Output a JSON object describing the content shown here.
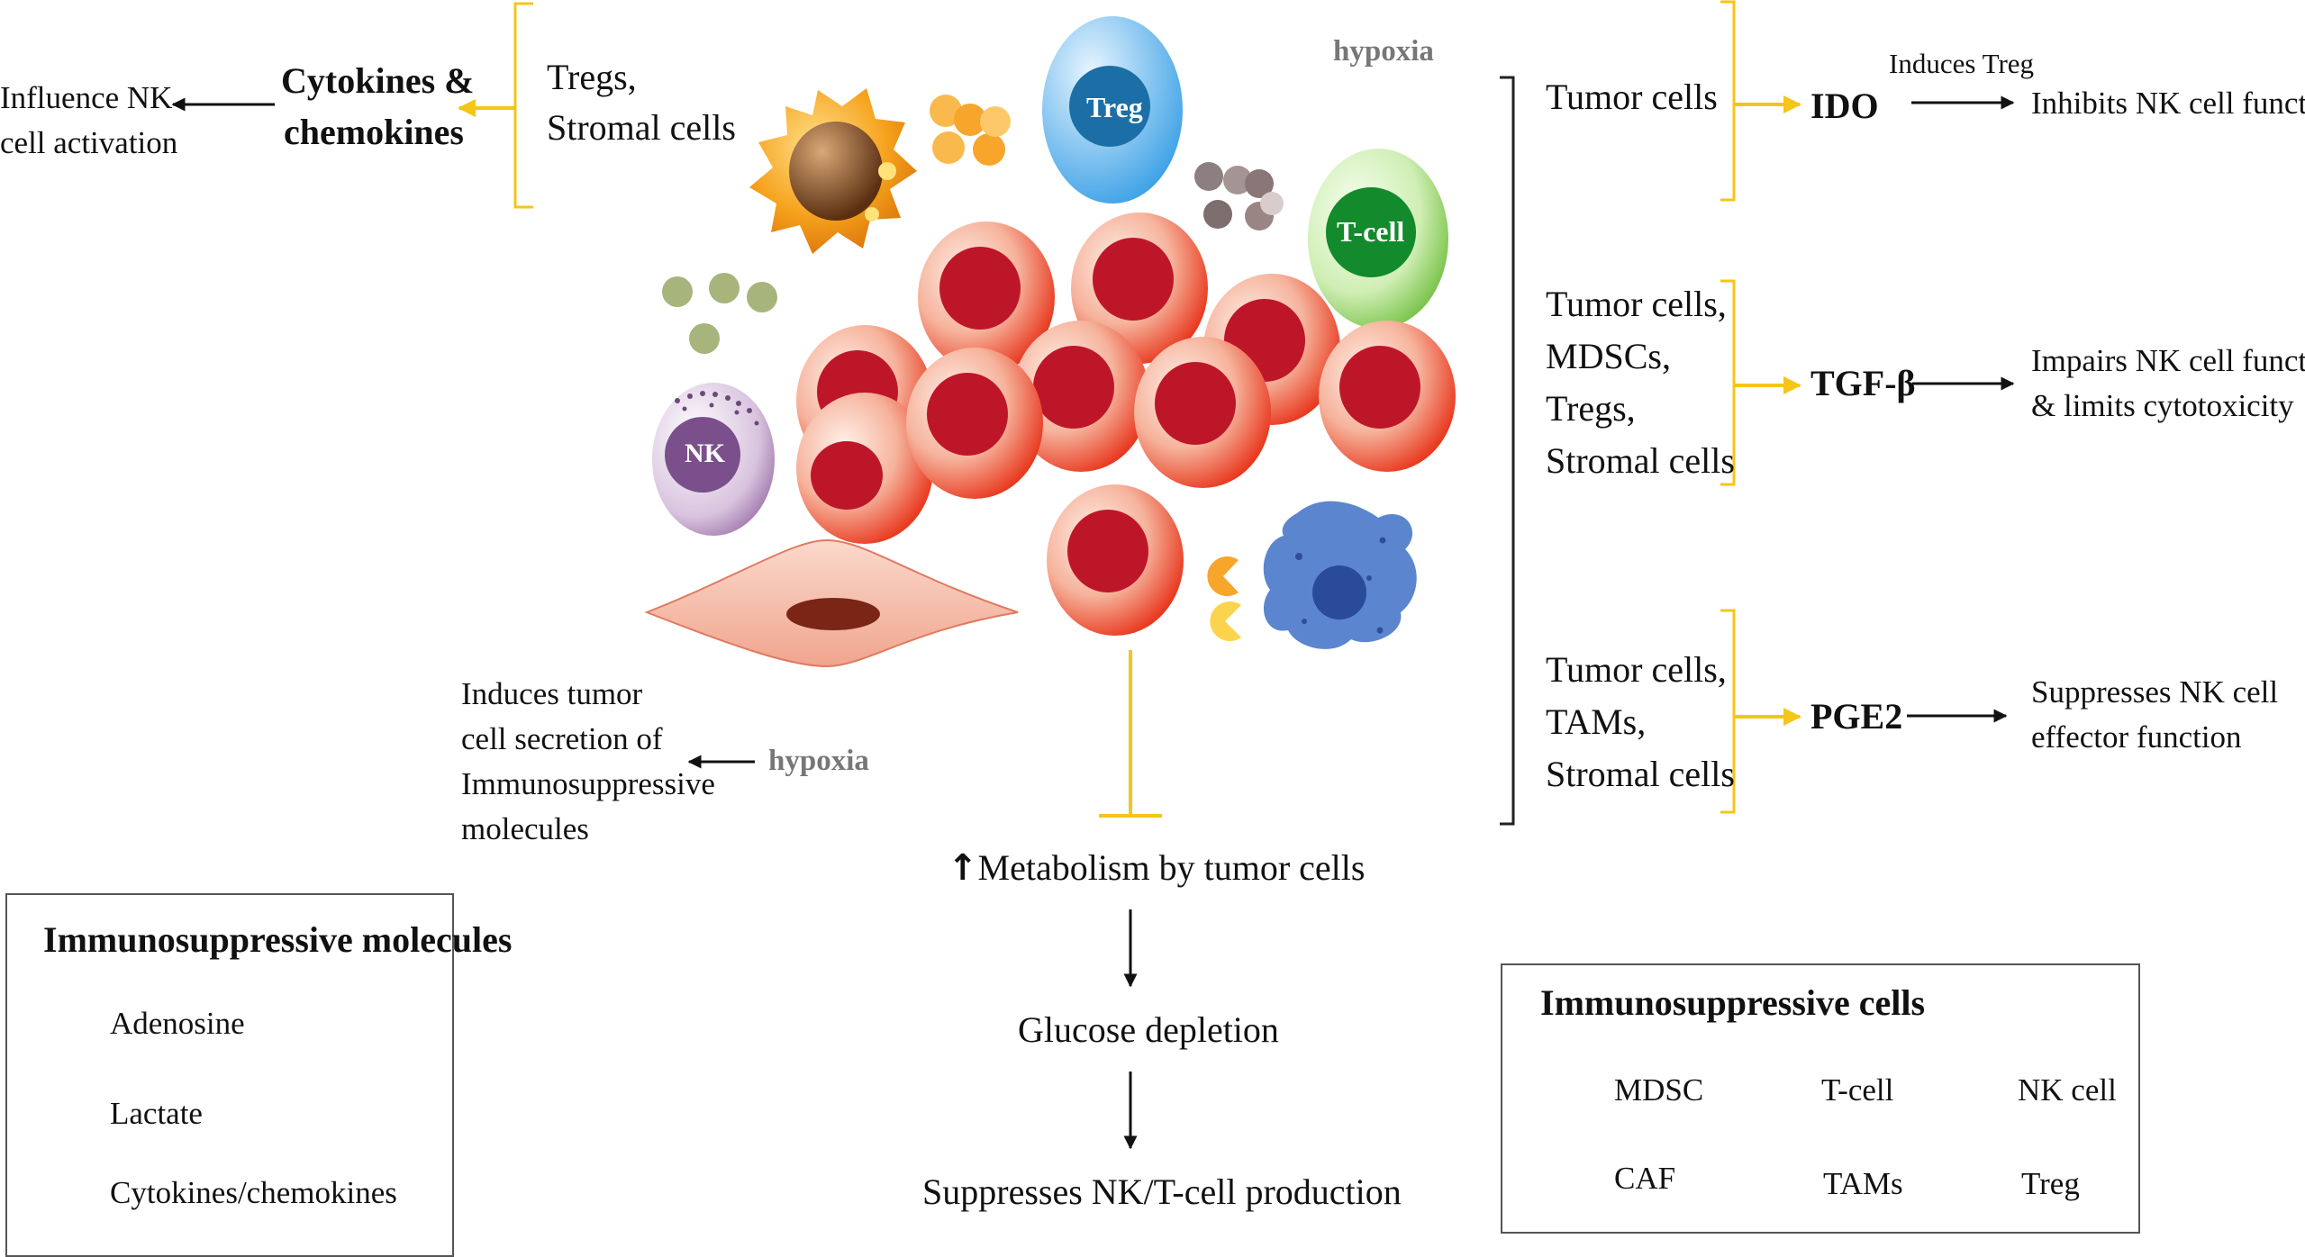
{
  "left": {
    "influence_line1": "Influence NK",
    "influence_line2": "cell activation",
    "cytokines_line1": "Cytokines &",
    "cytokines_line2": "chemokines",
    "sources_line1": "Tregs,",
    "sources_line2": "Stromal cells"
  },
  "center": {
    "hypoxia_top": "hypoxia",
    "hypoxia_left": "hypoxia",
    "induces_lines": [
      "Induces tumor",
      "cell secretion of",
      "Immunosuppressive",
      "molecules"
    ],
    "cell_labels": {
      "treg": "Treg",
      "tcell": "T-cell",
      "nk": "NK"
    },
    "metabolism_arrow": "↑",
    "metabolism": "Metabolism by tumor cells",
    "glucose": "Glucose depletion",
    "suppresses": "Suppresses NK/T-cell production"
  },
  "right": {
    "ido": {
      "source": "Tumor cells",
      "molecule": "IDO",
      "above_arrow": "Induces Treg",
      "effect": "Inhibits NK cell function"
    },
    "tgf": {
      "sources": [
        "Tumor cells,",
        "MDSCs,",
        "Tregs,",
        "Stromal cells"
      ],
      "molecule": "TGF-β",
      "effect_lines": [
        "Impairs NK cell function",
        "& limits cytotoxicity"
      ]
    },
    "pge2": {
      "sources": [
        "Tumor cells,",
        "TAMs,",
        "Stromal cells"
      ],
      "molecule": "PGE2",
      "effect_lines": [
        "Suppresses NK cell",
        "effector function"
      ]
    }
  },
  "legend_molecules": {
    "title": "Immunosuppressive molecules",
    "items": [
      "Adenosine",
      "Lactate",
      "Cytokines/chemokines"
    ]
  },
  "legend_cells": {
    "title": "Immunosuppressive cells",
    "items": [
      "MDSC",
      "CAF",
      "T-cell",
      "TAMs",
      "NK cell",
      "Treg"
    ]
  },
  "colors": {
    "bracket_yellow": "#f5c518",
    "rbc_red": "#c0182a",
    "rbc_pink": "#f7c7b6",
    "treg_blue": "#5fb4e8",
    "tcell_green": "#5bbf2f",
    "nk_purple": "#9b6fa6",
    "mdsc_blue": "#4f7cc9",
    "tam_orange": "#f49a1b",
    "lactate_green": "#a9b77a",
    "adenosine_gray": "#8a7b7b"
  }
}
